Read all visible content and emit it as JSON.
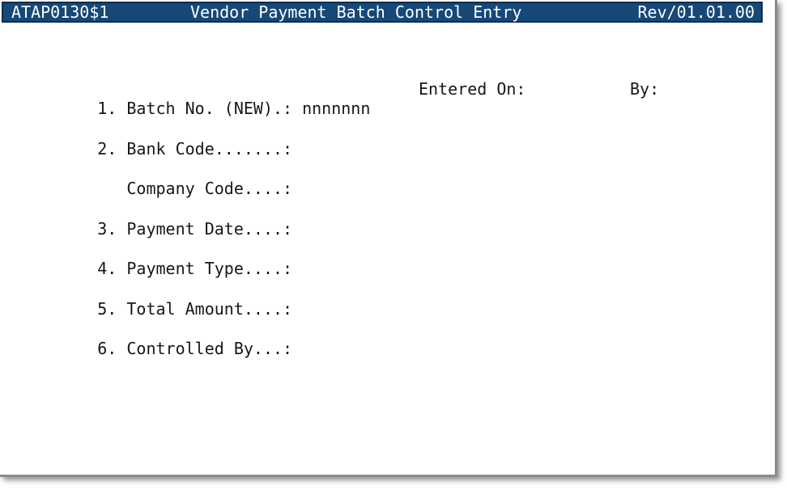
{
  "title_bar": {
    "program_id": "ATAP0130$1",
    "title": "Vendor Payment Batch Control Entry",
    "revision": "Rev/01.01.00",
    "bg_color": "#164878",
    "border_color": "#0b2d52",
    "text_color": "#ffffff"
  },
  "form": {
    "fields": [
      {
        "label": "1. Batch No. (NEW).:",
        "value": "nnnnnnn"
      },
      {
        "label": "2. Bank Code.......:",
        "value": ""
      },
      {
        "label": "   Company Code....:",
        "value": ""
      },
      {
        "label": "3. Payment Date....:",
        "value": ""
      },
      {
        "label": "4. Payment Type....:",
        "value": ""
      },
      {
        "label": "5. Total Amount....:",
        "value": ""
      },
      {
        "label": "6. Controlled By...:",
        "value": ""
      }
    ],
    "entered_on_label": "Entered On:",
    "entered_on_value": "",
    "by_label": "By:",
    "by_value": ""
  },
  "colors": {
    "body_text": "#14171a",
    "window_border": "#8a8a8a",
    "background": "#ffffff"
  }
}
